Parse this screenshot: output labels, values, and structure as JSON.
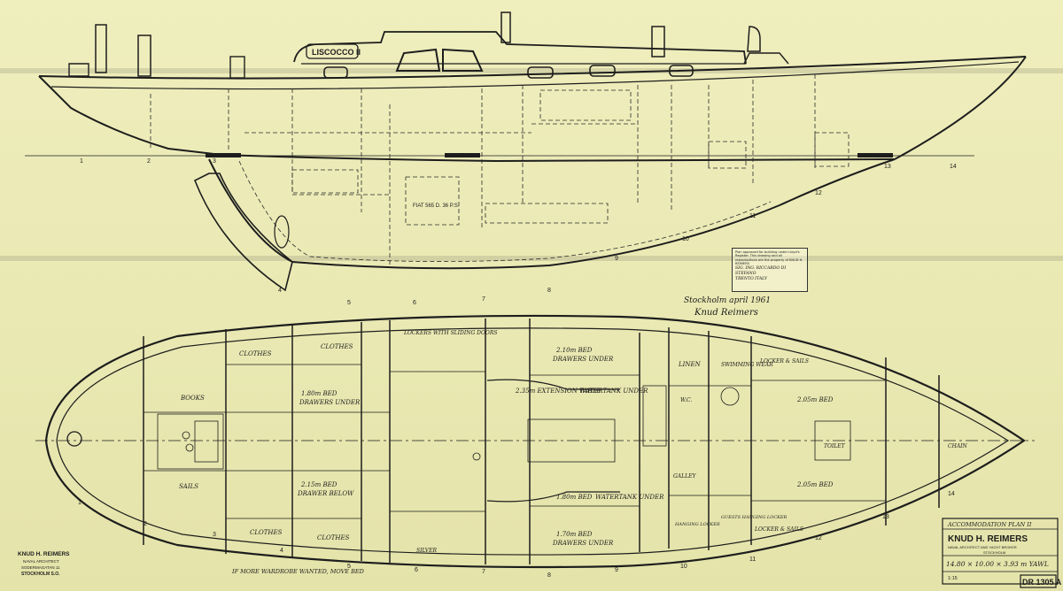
{
  "boat_name": "LISCOCCO II",
  "engine": "FIAT 565 D. 36 P.S.",
  "stations_profile": [
    "1",
    "2",
    "3",
    "4",
    "5",
    "6",
    "7",
    "8",
    "9",
    "10",
    "11",
    "12",
    "13",
    "14"
  ],
  "stations_plan": [
    "1",
    "2",
    "3",
    "4",
    "5",
    "6",
    "7",
    "8",
    "9",
    "10",
    "11",
    "12",
    "13",
    "14"
  ],
  "approval_stamp": {
    "text": "Plan approved for building under Lloyd's Register. This drawing and all reproductions are the property of KNUD H. REIMERS",
    "owner_line": "SIG. ING. RICCARDO DI STEFANO",
    "place": "TRENTO ITALY"
  },
  "signature": {
    "place_date": "Stockholm april 1961",
    "name": "Knud Reimers"
  },
  "plan_labels": {
    "clothes_1": "CLOTHES",
    "clothes_2": "CLOTHES",
    "clothes_3": "CLOTHES",
    "clothes_4": "CLOTHES",
    "books": "BOOKS",
    "bed_180": "1.80m BED",
    "drawers_under_1": "DRAWERS UNDER",
    "bed_215": "2.15m BED",
    "drawer_below": "DRAWER BELOW",
    "sails": "SAILS",
    "lockers_sliding": "LOCKERS WITH SLIDING DOORS",
    "bed_210": "2.10m BED",
    "drawers_under_2": "DRAWERS UNDER",
    "extension_table": "2.35m EXTENSION TABLE",
    "watertank_under_1": "WATERTANK UNDER",
    "bed_180b": "1.80m BED",
    "watertank_under_2": "WATERTANK UNDER",
    "bed_170": "1.70m BED",
    "drawers_under_3": "DRAWERS UNDER",
    "linen": "LINEN",
    "swimming_wear": "SWIMMING WEAR",
    "locker_sails": "LOCKER & SAILS",
    "bed_205": "2.05m BED",
    "bed_205b": "2.05m BED",
    "galley": "GALLEY",
    "toilet": "TOILET",
    "wc": "W.C.",
    "guests_hanging": "GUESTS HANGING LOCKER",
    "hanging_locker": "HANGING LOCKER",
    "locker_sails_2": "LOCKER & SAILS",
    "silver": "SILVER",
    "chain": "CHAIN",
    "bottom_note": "IF MORE WARDROBE WANTED, MOVE BED"
  },
  "title_block": {
    "drawing_title": "ACCOMMODATION PLAN II",
    "firm": "KNUD H. REIMERS",
    "firm_sub": "NAVAL ARCHITECT AND YACHT BROKER",
    "firm_city": "STOCKHOLM",
    "dimensions": "14.80 × 10.00 × 3.93 m YAWL",
    "scale": "1:15",
    "drawing_number": "DR 1305 A"
  },
  "side_stamp": {
    "line1": "KNUD H. REIMERS",
    "line2": "NAVAL ARCHITECT",
    "line3": "SODERMAGATAN 11",
    "line4": "STOCKHOLM S.O."
  }
}
